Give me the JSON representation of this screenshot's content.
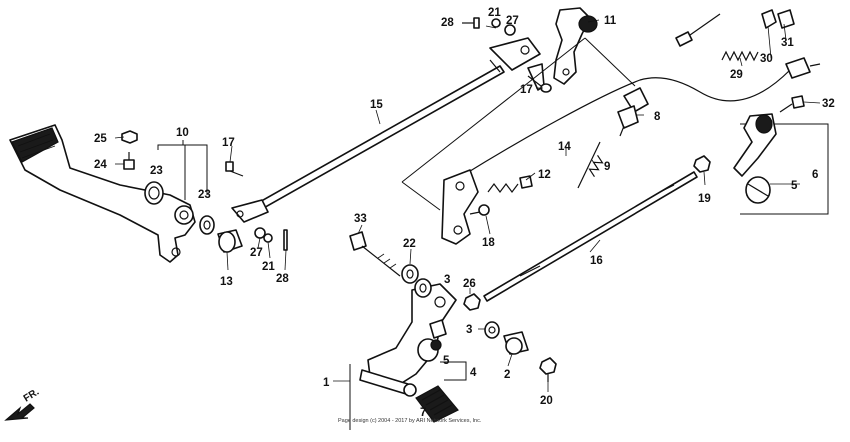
{
  "callouts": [
    "28",
    "21",
    "27",
    "11",
    "31",
    "30",
    "29",
    "32",
    "15",
    "17",
    "10",
    "25",
    "24",
    "23",
    "23",
    "8",
    "14",
    "9",
    "12",
    "6",
    "5",
    "19",
    "18",
    "33",
    "22",
    "3",
    "26",
    "16",
    "13",
    "27",
    "21",
    "28",
    "1",
    "4",
    "5",
    "3",
    "2",
    "20",
    "7"
  ],
  "copyright": "Page design (c) 2004 - 2017 by ARI Network Services, Inc.",
  "direction_label": "FR."
}
